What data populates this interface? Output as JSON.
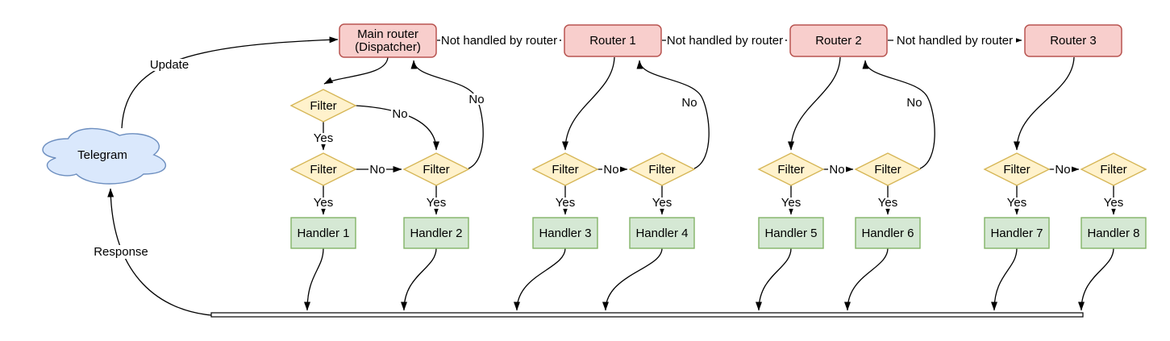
{
  "diagram": {
    "nodes": {
      "telegram": "Telegram",
      "routers": [
        {
          "label": "Main router",
          "sublabel": "(Dispatcher)"
        },
        {
          "label": "Router 1"
        },
        {
          "label": "Router 2"
        },
        {
          "label": "Router 3"
        }
      ],
      "filter_label": "Filter",
      "handlers": [
        "Handler 1",
        "Handler 2",
        "Handler 3",
        "Handler 4",
        "Handler 5",
        "Handler 6",
        "Handler 7",
        "Handler 8"
      ]
    },
    "edge_labels": {
      "update": "Update",
      "response": "Response",
      "not_handled": "Not handled by router",
      "yes": "Yes",
      "no": "No"
    },
    "colors": {
      "background": "#ffffff",
      "line": "#000000",
      "text": "#000000",
      "router_fill": "#f8cecc",
      "router_stroke": "#b85450",
      "filter_fill": "#fff2cc",
      "filter_stroke": "#d6b656",
      "handler_fill": "#d5e8d4",
      "handler_stroke": "#82b366",
      "cloud_fill": "#dae8fc",
      "cloud_stroke": "#6c8ebf"
    }
  }
}
